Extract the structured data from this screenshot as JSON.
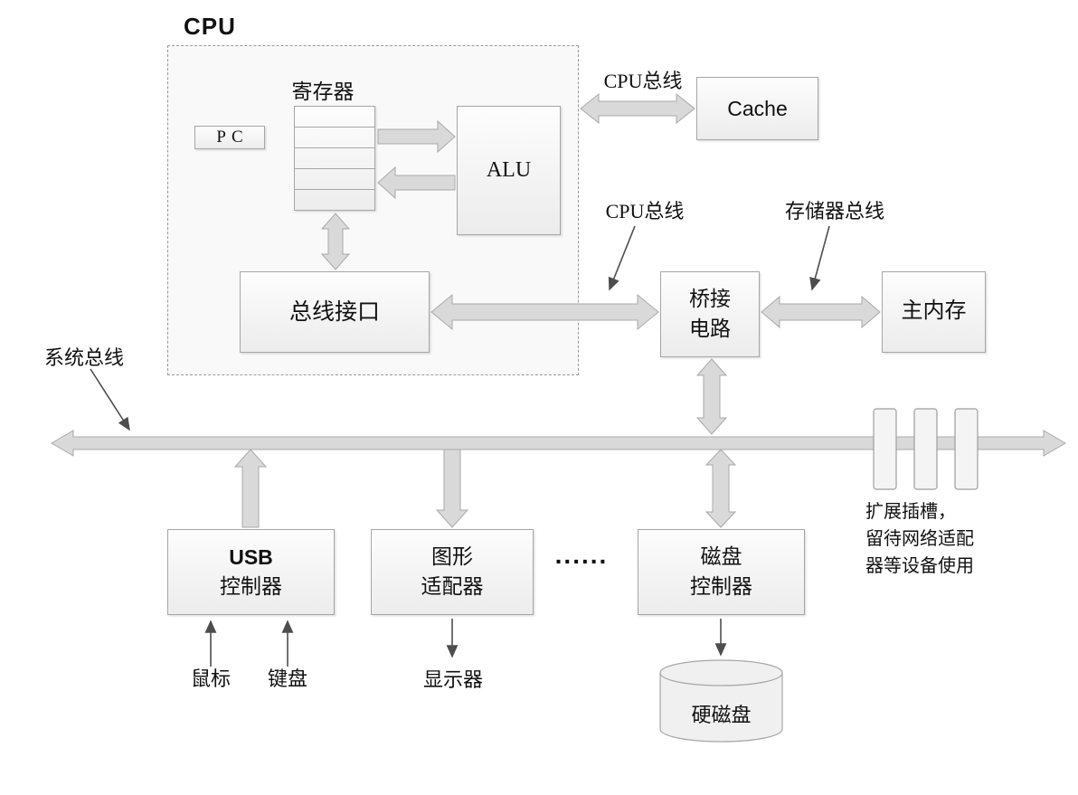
{
  "diagram": {
    "cpu_title": "CPU",
    "register_label": "寄存器",
    "pc_label": "PC",
    "alu_label": "ALU",
    "bus_interface_label": "总线接口",
    "cache_label": "Cache",
    "cpu_bus_top_label": "CPU总线",
    "cpu_bus_mid_label": "CPU总线",
    "memory_bus_label": "存储器总线",
    "system_bus_label": "系统总线",
    "bridge": {
      "line1": "桥接",
      "line2": "电路"
    },
    "main_memory_label": "主内存",
    "usb_controller": {
      "line1": "USB",
      "line2": "控制器"
    },
    "graphics_adapter": {
      "line1": "图形",
      "line2": "适配器"
    },
    "ellipsis": "......",
    "disk_controller": {
      "line1": "磁盘",
      "line2": "控制器"
    },
    "expansion_note": {
      "line1": "扩展插槽，",
      "line2": "留待网络适配",
      "line3": "器等设备使用"
    },
    "mouse_label": "鼠标",
    "keyboard_label": "键盘",
    "display_label": "显示器",
    "hard_disk_label": "硬磁盘"
  },
  "colors": {
    "arrow_fill": "#d9d9d9",
    "arrow_stroke": "#a9a9a9",
    "box_border": "#a6a6a6",
    "thin_arrow": "#4d4d4d"
  }
}
